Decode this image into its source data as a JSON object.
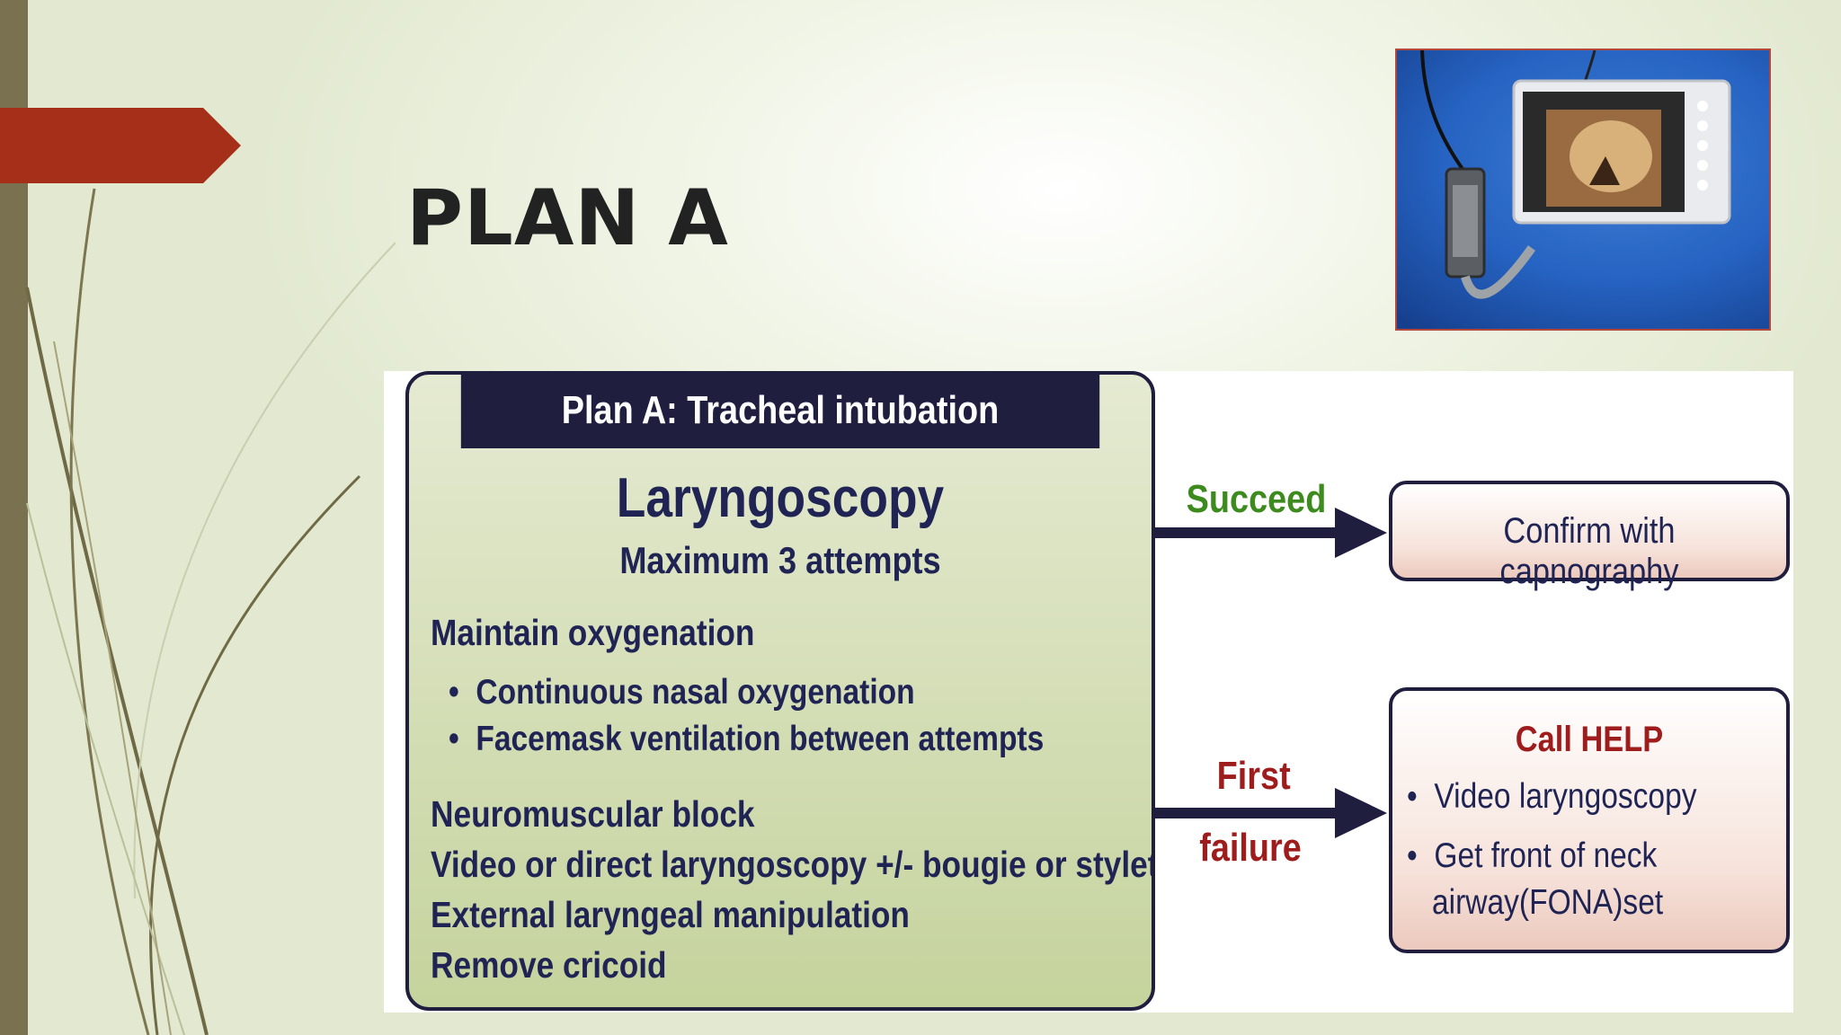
{
  "slide": {
    "title": "PLAN A",
    "colors": {
      "accent_tab": "#a52f18",
      "left_bar": "#7a7150"
    }
  },
  "photo": {
    "icon": "video-laryngoscope-photo"
  },
  "flowchart": {
    "header": "Plan A: Tracheal intubation",
    "heading": "Laryngoscopy",
    "subheading": "Maximum 3 attempts",
    "oxygenation_title": "Maintain oxygenation",
    "bullets": [
      "Continuous nasal oxygenation",
      "Facemask ventilation between attempts"
    ],
    "steps": [
      "Neuromuscular block",
      "Video or direct laryngoscopy +/- bougie or stylet",
      "External laryngeal manipulation",
      "Remove cricoid"
    ],
    "succeed_label": "Succeed",
    "confirm_box": "Confirm with capnography",
    "failure_label_line1": "First",
    "failure_label_line2": "failure",
    "help_box": {
      "title": "Call HELP",
      "item1": "Video laryngoscopy",
      "item2_line1": "Get front of neck",
      "item2_line2": "airway(FONA)set"
    },
    "bullet_glyph": "•"
  }
}
